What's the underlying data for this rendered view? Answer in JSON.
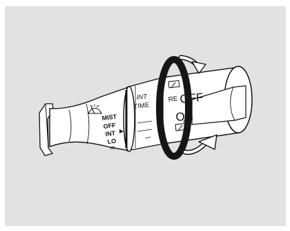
{
  "colors": {
    "background": "#ffffff",
    "panel": "#e2e2e2",
    "line": "#111111",
    "fill": "#ffffff",
    "ring": "#161616"
  },
  "wiper_positions": {
    "mist": "MIST",
    "off": "OFF",
    "int": "INT",
    "lo": "LO",
    "hi": "HI"
  },
  "knob_labels": {
    "int": "INT",
    "time": "TIME",
    "rear_prefix": "RE",
    "rear_off": "OFF",
    "rear_on": "ON"
  },
  "icons": [
    "windshield-wiper-washer-icon",
    "rear-wiper-icon",
    "rear-washer-icon",
    "rotation-arrow-icon"
  ]
}
